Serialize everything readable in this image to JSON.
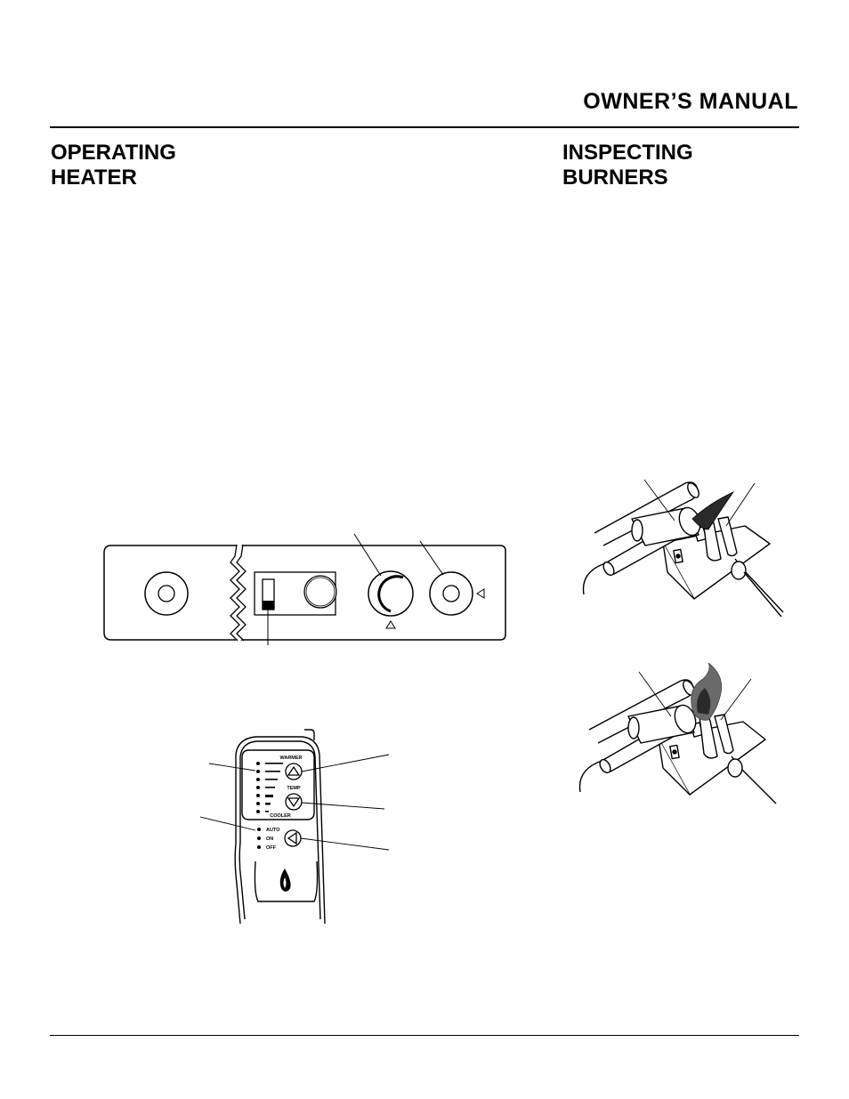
{
  "header": {
    "title": "OWNER’S MANUAL"
  },
  "sections": {
    "left": {
      "line1": "OPERATING",
      "line2": "HEATER"
    },
    "right": {
      "line1": "INSPECTING",
      "line2": "BURNERS"
    }
  },
  "remote": {
    "warmer": "WARMER",
    "temp": "TEMP",
    "cooler": "COOLER",
    "auto": "AUTO",
    "on": "ON",
    "off": "OFF"
  }
}
